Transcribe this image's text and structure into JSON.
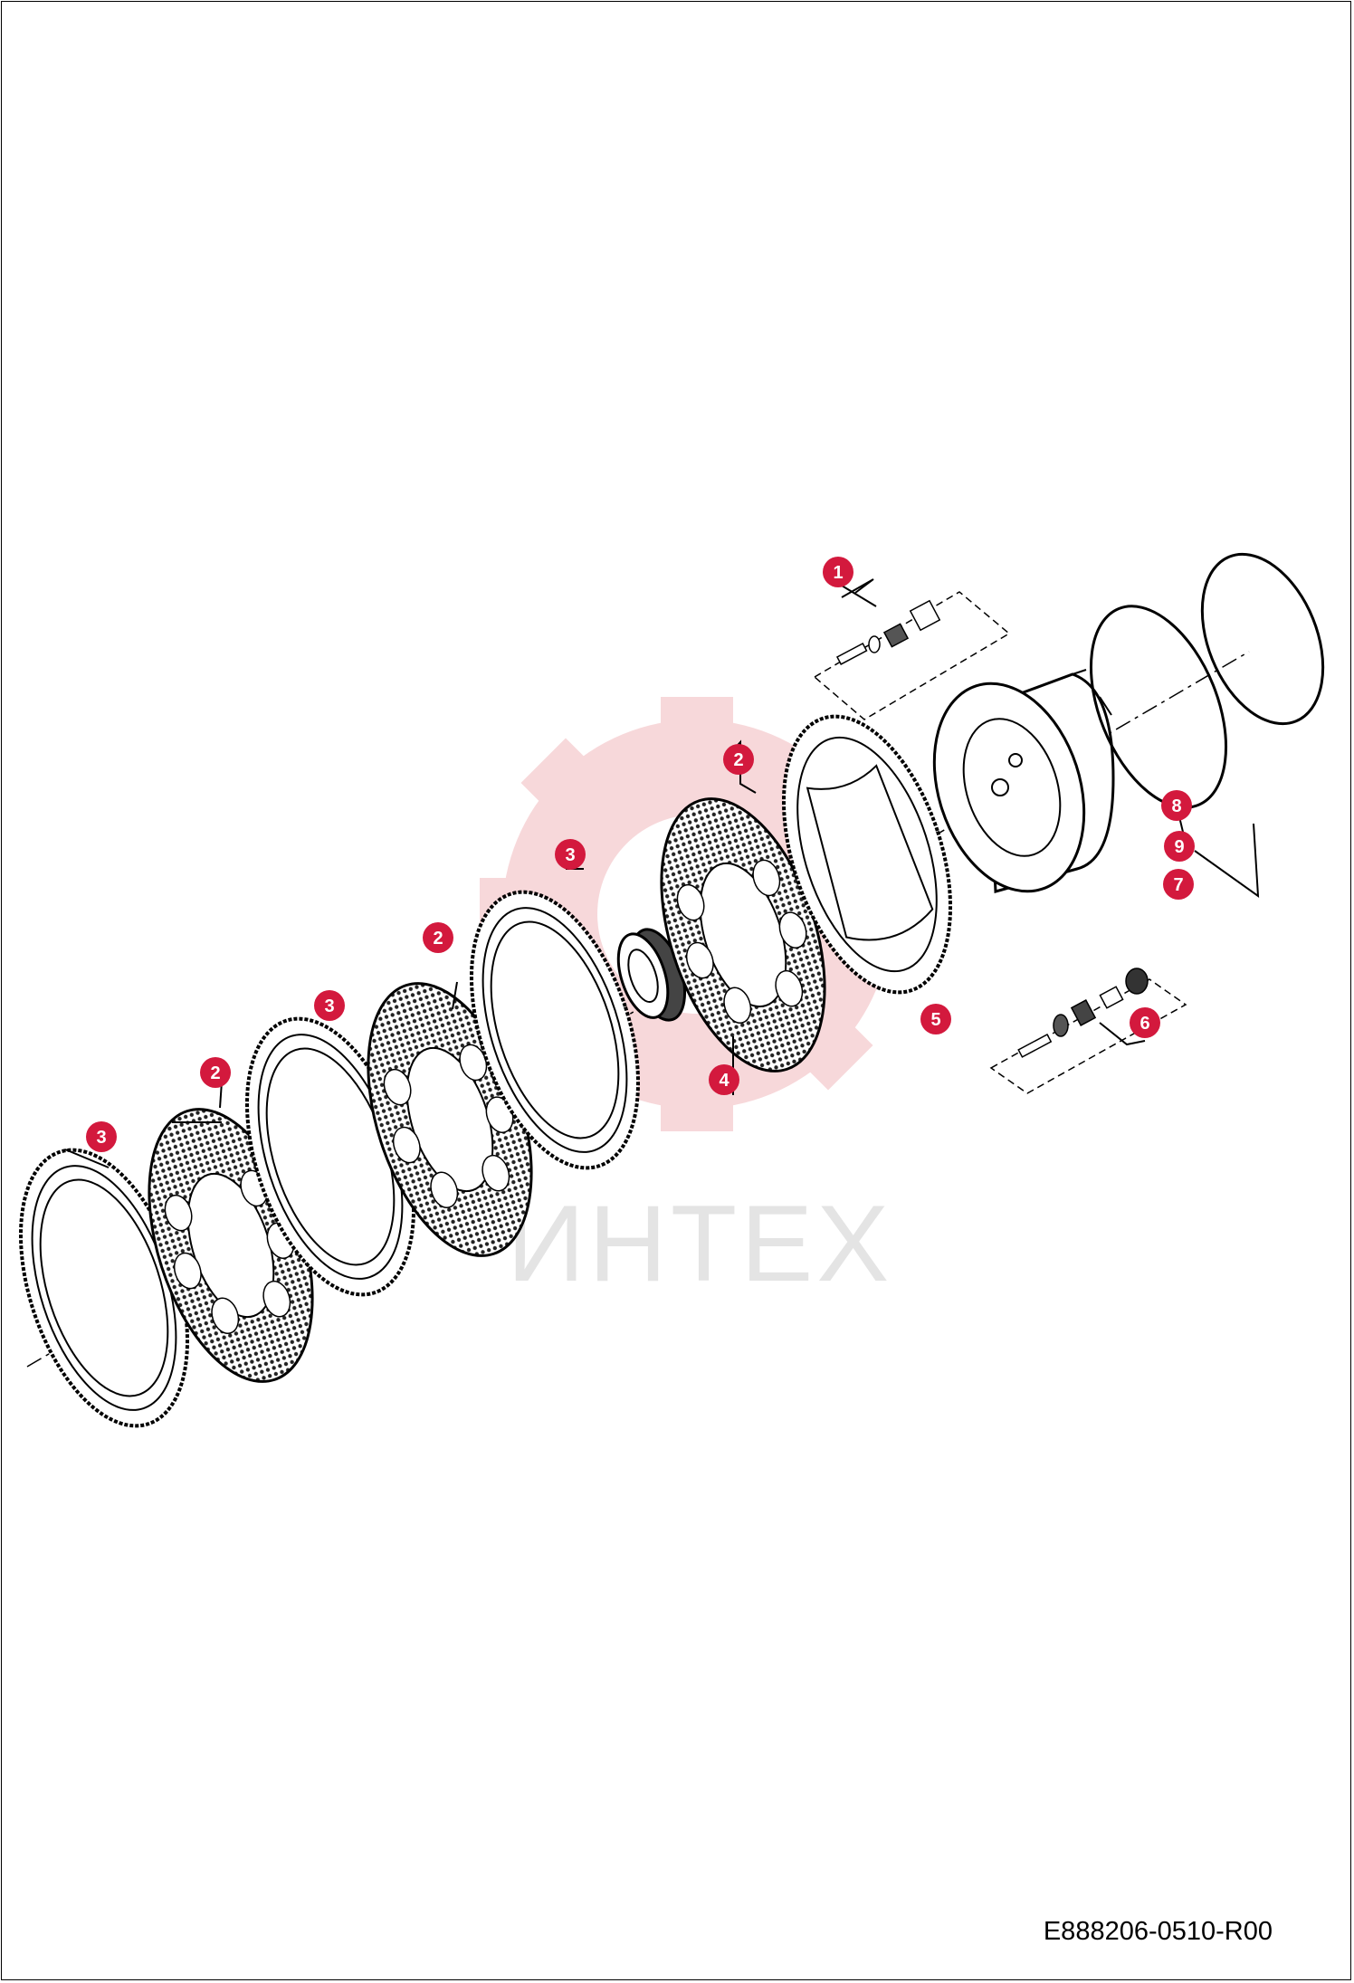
{
  "drawing_code": "E888206-0510-R00",
  "watermark": {
    "brand": "ИНТЕХ",
    "color": "#f2b9bd"
  },
  "callouts": [
    {
      "number": "1"
    },
    {
      "number": "2"
    },
    {
      "number": "2"
    },
    {
      "number": "2"
    },
    {
      "number": "3"
    },
    {
      "number": "3"
    },
    {
      "number": "3"
    },
    {
      "number": "4"
    },
    {
      "number": "5"
    },
    {
      "number": "6"
    },
    {
      "number": "7"
    },
    {
      "number": "8"
    },
    {
      "number": "9"
    }
  ],
  "accent_color": "#d3193d"
}
